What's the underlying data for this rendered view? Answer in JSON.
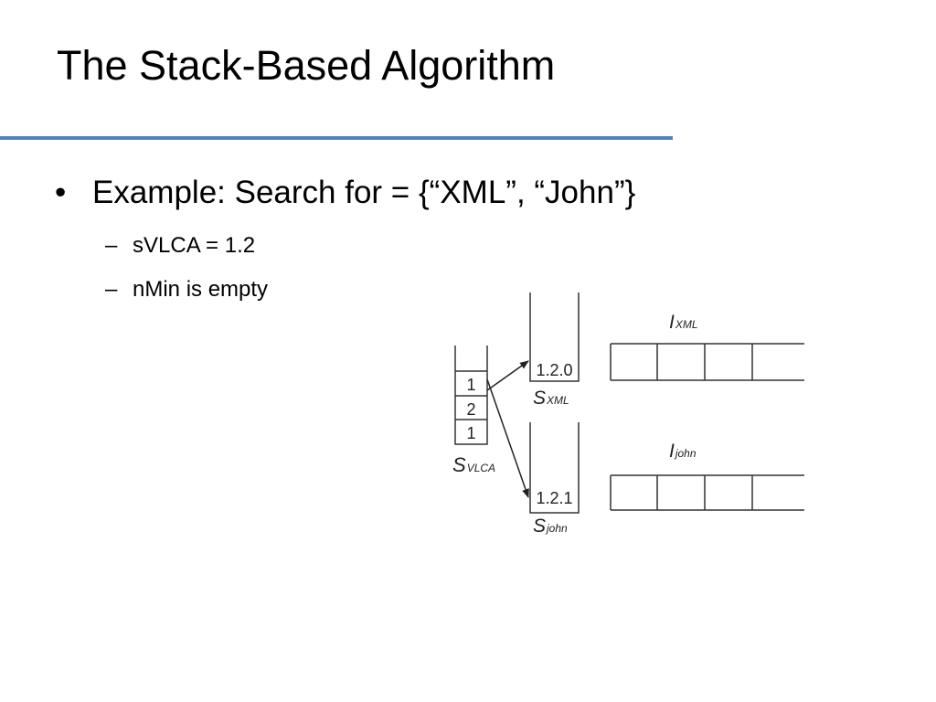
{
  "slide": {
    "title": "The Stack-Based Algorithm",
    "accent_color": "#4f81bd",
    "bullet": {
      "marker": "•",
      "text": "Example: Search for = {“XML”, “John”}"
    },
    "sub_bullets": [
      {
        "marker": "–",
        "text": "sVLCA = 1.2"
      },
      {
        "marker": "–",
        "text": "nMin is empty"
      }
    ]
  },
  "diagram": {
    "svlca_stack": {
      "label_main": "S",
      "label_sub": "VLCA",
      "cells": [
        "1",
        "2",
        "1"
      ]
    },
    "sxml_stack": {
      "label_main": "S",
      "label_sub": "XML",
      "value": "1.2.0"
    },
    "sjohn_stack": {
      "label_main": "S",
      "label_sub": "john",
      "value": "1.2.1"
    },
    "ixml_list": {
      "label_main": "I",
      "label_sub": "XML",
      "cell_count": 4
    },
    "ijohn_list": {
      "label_main": "I",
      "label_sub": "john",
      "cell_count": 4
    }
  }
}
